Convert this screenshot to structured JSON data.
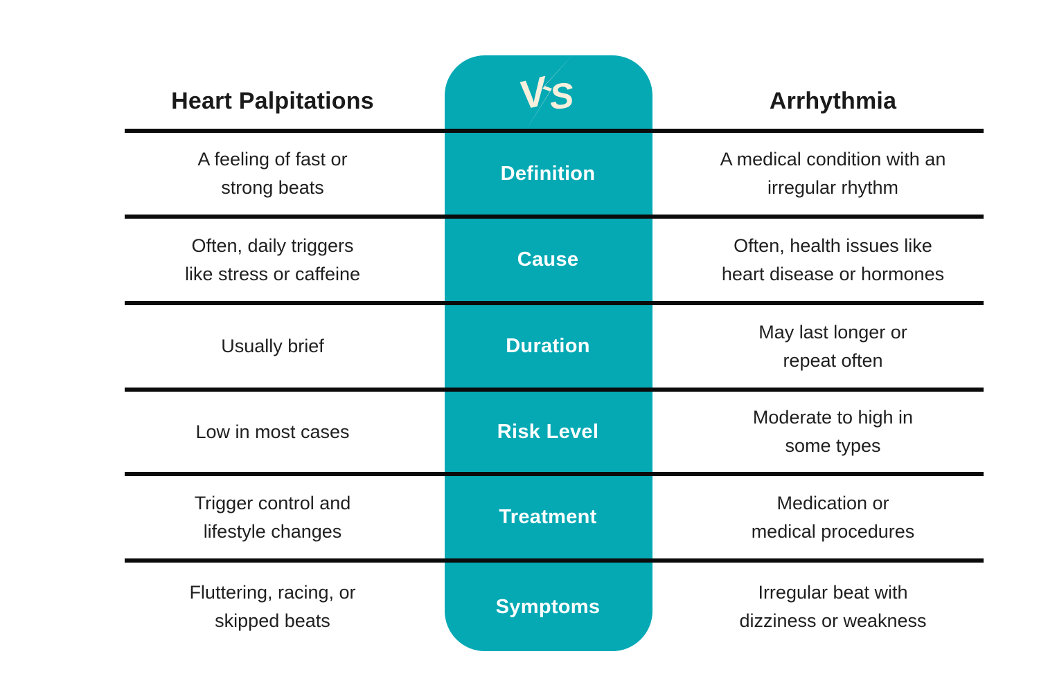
{
  "table": {
    "left_header": "Heart Palpitations",
    "right_header": "Arrhythmia",
    "badge": {
      "v": "V",
      "s": "S",
      "meaning": "VS"
    },
    "rows": [
      {
        "category": "Definition",
        "left": "A feeling of fast or\nstrong beats",
        "right": "A medical condition with an\nirregular rhythm"
      },
      {
        "category": "Cause",
        "left": "Often, daily triggers\nlike stress or caffeine",
        "right": "Often, health issues like\nheart disease or hormones"
      },
      {
        "category": "Duration",
        "left": "Usually brief",
        "right": "May last longer or\nrepeat often"
      },
      {
        "category": "Risk Level",
        "left": "Low in most cases",
        "right": "Moderate to high in\nsome types"
      },
      {
        "category": "Treatment",
        "left": "Trigger control and\nlifestyle changes",
        "right": "Medication or\nmedical procedures"
      },
      {
        "category": "Symptoms",
        "left": "Fluttering, racing, or\nskipped beats",
        "right": "Irregular beat with\ndizziness or weakness"
      }
    ],
    "colors": {
      "accent_teal": "#04a9b4",
      "badge_cream": "#f6efdc",
      "line_black": "#0b0b0b",
      "text_black": "#1a1a1a",
      "background": "#ffffff"
    }
  }
}
